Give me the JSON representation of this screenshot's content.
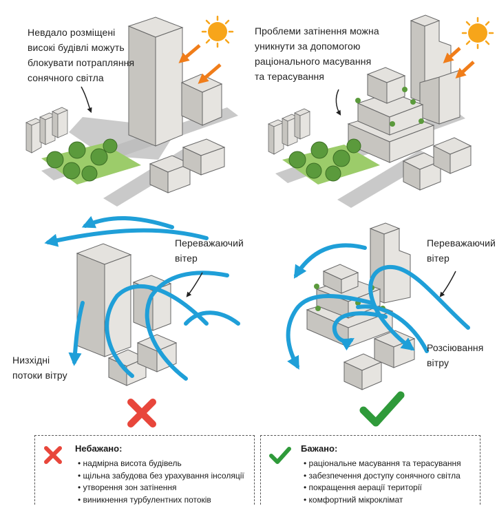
{
  "panels": {
    "top_left": {
      "caption": [
        "Невдало розміщені",
        "високі будівлі можуть",
        "блокувати потрапляння",
        "сонячного світла"
      ]
    },
    "top_right": {
      "caption": [
        "Проблеми затінення можна",
        "уникнути за допомогою",
        "раціонального масування",
        "та терасування"
      ]
    },
    "bottom_left": {
      "wind_label": [
        "Переважаючий",
        "вітер"
      ],
      "downdraft_label": [
        "Низхідні",
        "потоки вітру"
      ],
      "verdict_icon": "red-x-icon"
    },
    "bottom_right": {
      "wind_label": [
        "Переважаючий",
        "вітер"
      ],
      "dispersion_label": [
        "Розсіювання",
        "вітру"
      ],
      "verdict_icon": "green-check-icon"
    }
  },
  "legend": {
    "bad": {
      "title": "Небажано:",
      "icon": "red-x-icon",
      "items": [
        "надмірна висота будівель",
        "щільна забудова без урахування інсоляції",
        "утворення зон затінення",
        "виникнення турбулентних потоків"
      ]
    },
    "good": {
      "title": "Бажано:",
      "icon": "green-check-icon",
      "items": [
        "раціональне масування та терасування",
        "забезпечення доступу сонячного світла",
        "покращення аерації території",
        "комфортний мікроклімат"
      ]
    }
  },
  "colors": {
    "wind": "#1f9fd8",
    "sun": "#f7a51a",
    "sun_ray": "#f07d1a",
    "bad": "#e8463b",
    "good": "#2f9a3a",
    "building_light": "#d9d7d3",
    "building_mid": "#bfbdb8",
    "building_dark": "#a3a19c",
    "shadow": "#c6c6c6",
    "tree": "#5b9a3c",
    "grass": "#9ccc6a"
  }
}
